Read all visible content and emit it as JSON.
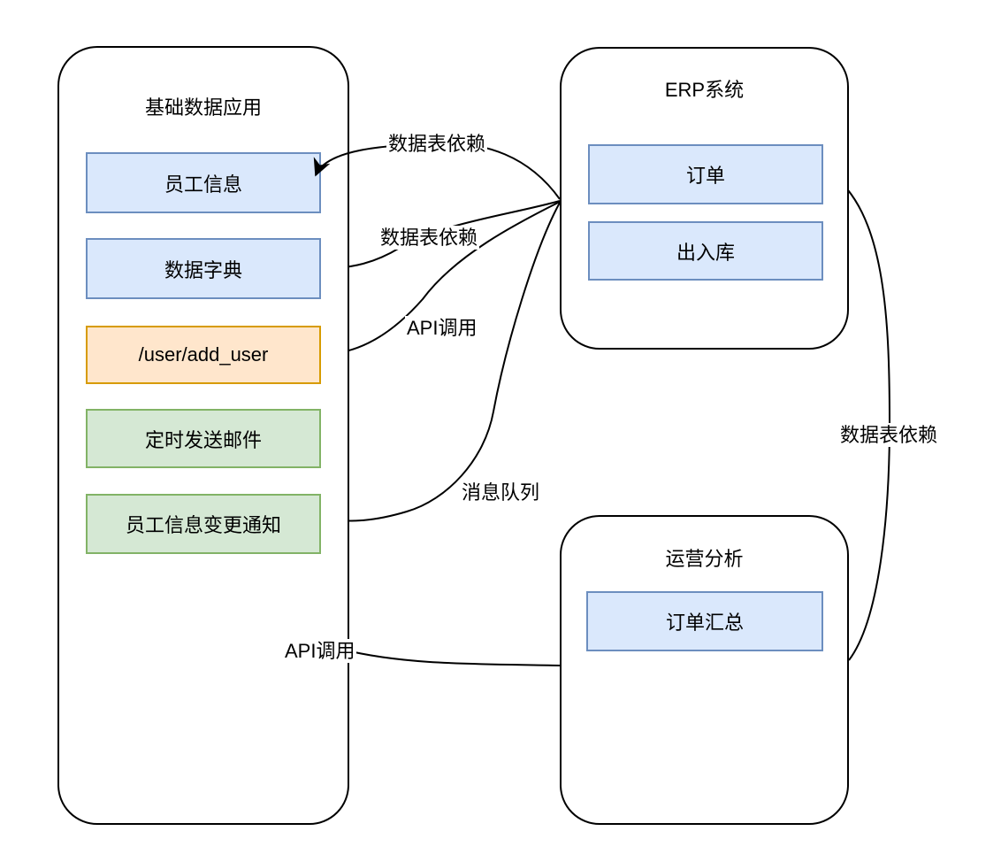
{
  "diagram": {
    "containers": [
      {
        "id": "base",
        "title": "基础数据应用"
      },
      {
        "id": "erp",
        "title": "ERP系统"
      },
      {
        "id": "ops",
        "title": "运营分析"
      }
    ],
    "nodes": [
      {
        "id": "employee-info",
        "label": "员工信息",
        "container": "基础数据应用",
        "kind": "table"
      },
      {
        "id": "data-dictionary",
        "label": "数据字典",
        "container": "基础数据应用",
        "kind": "table"
      },
      {
        "id": "add-user-api",
        "label": "/user/add_user",
        "container": "基础数据应用",
        "kind": "api"
      },
      {
        "id": "scheduled-mail",
        "label": "定时发送邮件",
        "container": "基础数据应用",
        "kind": "job"
      },
      {
        "id": "employee-change-notice",
        "label": "员工信息变更通知",
        "container": "基础数据应用",
        "kind": "job"
      },
      {
        "id": "orders",
        "label": "订单",
        "container": "ERP系统",
        "kind": "table"
      },
      {
        "id": "inout-warehouse",
        "label": "出入库",
        "container": "ERP系统",
        "kind": "table"
      },
      {
        "id": "order-summary",
        "label": "订单汇总",
        "container": "运营分析",
        "kind": "table"
      }
    ],
    "edges": [
      {
        "label": "数据表依赖",
        "from": "ERP系统",
        "to": "员工信息"
      },
      {
        "label": "数据表依赖",
        "from": "ERP系统",
        "to": "数据字典"
      },
      {
        "label": "API调用",
        "from": "ERP系统",
        "to": "/user/add_user"
      },
      {
        "label": "消息队列",
        "from": "ERP系统",
        "to": "员工信息变更通知"
      },
      {
        "label": "API调用",
        "from": "运营分析",
        "to": "/user/add_user"
      },
      {
        "label": "数据表依赖",
        "from": "运营分析",
        "to": "订单"
      }
    ],
    "colors": {
      "table_fill": "#dae8fc",
      "table_stroke": "#6c8ebf",
      "job_fill": "#d5e8d4",
      "job_stroke": "#82b366",
      "api_fill": "#ffe6cc",
      "api_stroke": "#d79b00",
      "line": "#000000",
      "background": "#ffffff"
    }
  }
}
